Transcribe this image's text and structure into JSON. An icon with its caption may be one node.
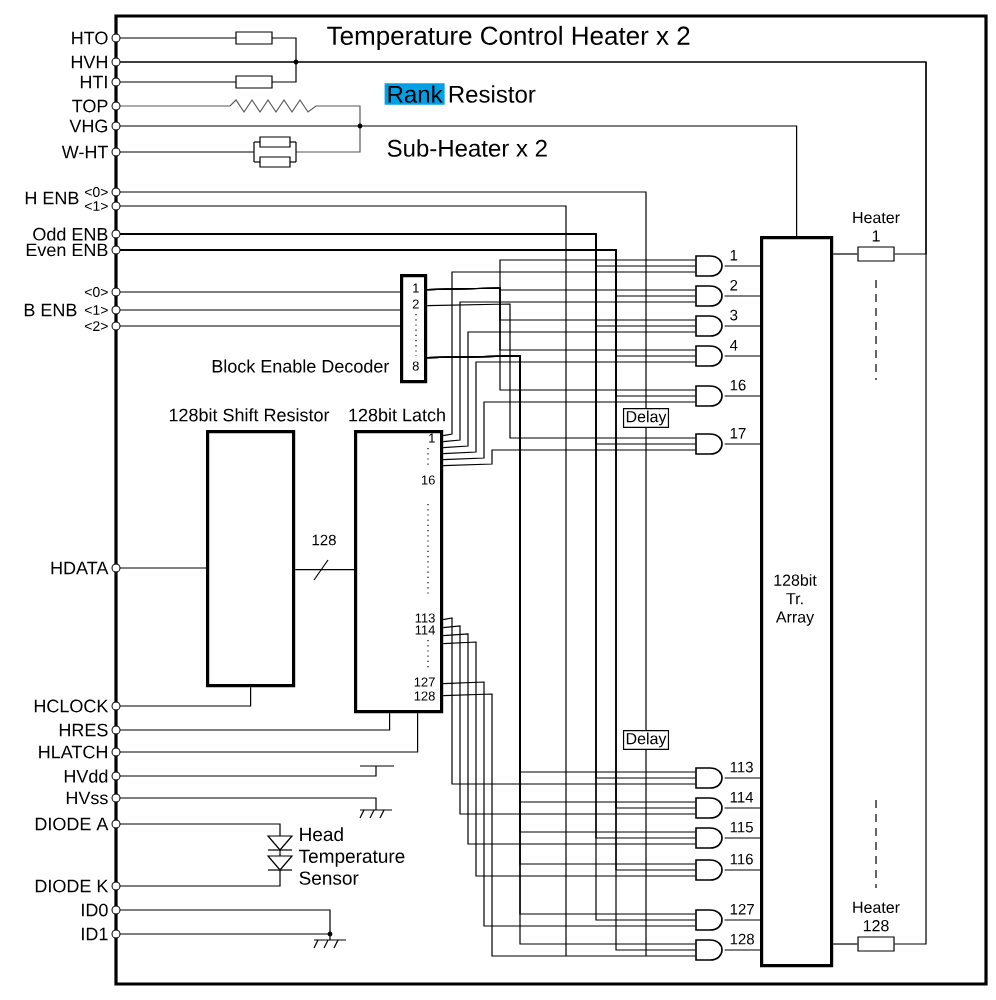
{
  "diagram": {
    "nodes": [
      {
        "text": [
          "HTO"
        ]
      },
      {
        "text": [
          "HVH"
        ]
      },
      {
        "text": [
          "HTI"
        ]
      },
      {
        "text": [
          "TOP"
        ]
      },
      {
        "text": [
          "VHG"
        ]
      },
      {
        "text": [
          "W-HT"
        ]
      },
      {
        "text": [
          "<0>"
        ]
      },
      {
        "text": [
          "<1>"
        ]
      },
      {
        "text": [
          "Odd ENB"
        ]
      },
      {
        "text": [
          "Even ENB"
        ]
      },
      {
        "text": [
          "<0>"
        ]
      },
      {
        "text": [
          "<1>"
        ]
      },
      {
        "text": [
          "<2>"
        ]
      },
      {
        "text": [
          "HDATA"
        ]
      },
      {
        "text": [
          "HCLOCK"
        ]
      },
      {
        "text": [
          "HRES"
        ]
      },
      {
        "text": [
          "HLATCH"
        ]
      },
      {
        "text": [
          "HVdd"
        ]
      },
      {
        "text": [
          "HVss"
        ]
      },
      {
        "text": [
          "DIODE A"
        ]
      },
      {
        "text": [
          "DIODE K"
        ]
      },
      {
        "text": [
          "ID0"
        ]
      },
      {
        "text": [
          "ID1"
        ]
      },
      {
        "text": [
          "1",
          "2",
          "8"
        ]
      },
      {
        "text": [],
        "shape": "box",
        "beside": [
          "128bit Shift Resistor"
        ]
      },
      {
        "text": [
          "1",
          "16",
          "113",
          "114",
          "127",
          "128"
        ],
        "beside": [
          "128bit Latch"
        ]
      },
      {
        "text": [
          "Delay"
        ]
      },
      {
        "text": [
          "Delay"
        ]
      },
      {
        "text": [],
        "shape": "gate",
        "beside": [
          "1"
        ]
      },
      {
        "text": [],
        "shape": "gate",
        "beside": [
          "2"
        ]
      },
      {
        "text": [],
        "shape": "gate",
        "beside": [
          "3"
        ]
      },
      {
        "text": [],
        "shape": "gate",
        "beside": [
          "4"
        ]
      },
      {
        "text": [],
        "shape": "gate",
        "beside": [
          "16"
        ]
      },
      {
        "text": [],
        "shape": "gate",
        "beside": [
          "17"
        ]
      },
      {
        "text": [],
        "shape": "gate",
        "beside": [
          "113"
        ]
      },
      {
        "text": [],
        "shape": "gate",
        "beside": [
          "114"
        ]
      },
      {
        "text": [],
        "shape": "gate",
        "beside": [
          "115"
        ]
      },
      {
        "text": [],
        "shape": "gate",
        "beside": [
          "116"
        ]
      },
      {
        "text": [],
        "shape": "gate",
        "beside": [
          "127"
        ]
      },
      {
        "text": [],
        "shape": "gate",
        "beside": [
          "128"
        ]
      },
      {
        "text": [
          "128bit Tr. Array"
        ]
      },
      {
        "text": [
          "Heater 1"
        ]
      },
      {
        "text": [
          "Heater 128"
        ]
      }
    ],
    "edges": [
      {
        "from": 10,
        "to": 23,
        "arrow": "none"
      },
      {
        "from": 11,
        "to": 23,
        "arrow": "none"
      },
      {
        "from": 12,
        "to": 23,
        "arrow": "none"
      },
      {
        "from": 13,
        "to": 24,
        "arrow": "none"
      },
      {
        "from": 14,
        "to": 24,
        "arrow": "none"
      },
      {
        "from": 24,
        "to": 25,
        "arrow": "none",
        "label": "128"
      },
      {
        "from": 15,
        "to": 25,
        "arrow": "none"
      },
      {
        "from": 16,
        "to": 25,
        "arrow": "none"
      },
      {
        "from": 25,
        "to": 28,
        "arrow": "none"
      },
      {
        "from": 25,
        "to": 29,
        "arrow": "none"
      },
      {
        "from": 25,
        "to": 30,
        "arrow": "none"
      },
      {
        "from": 25,
        "to": 31,
        "arrow": "none"
      },
      {
        "from": 25,
        "to": 32,
        "arrow": "none"
      },
      {
        "from": 25,
        "to": 33,
        "arrow": "none"
      },
      {
        "from": 25,
        "to": 34,
        "arrow": "none"
      },
      {
        "from": 25,
        "to": 35,
        "arrow": "none"
      },
      {
        "from": 25,
        "to": 36,
        "arrow": "none"
      },
      {
        "from": 25,
        "to": 37,
        "arrow": "none"
      },
      {
        "from": 25,
        "to": 38,
        "arrow": "none"
      },
      {
        "from": 25,
        "to": 39,
        "arrow": "none"
      },
      {
        "from": 23,
        "to": 28,
        "arrow": "none"
      },
      {
        "from": 23,
        "to": 29,
        "arrow": "none"
      },
      {
        "from": 23,
        "to": 30,
        "arrow": "none"
      },
      {
        "from": 23,
        "to": 31,
        "arrow": "none"
      },
      {
        "from": 23,
        "to": 32,
        "arrow": "none"
      },
      {
        "from": 23,
        "to": 33,
        "arrow": "none"
      },
      {
        "from": 23,
        "to": 34,
        "arrow": "none"
      },
      {
        "from": 23,
        "to": 35,
        "arrow": "none"
      },
      {
        "from": 23,
        "to": 36,
        "arrow": "none"
      },
      {
        "from": 23,
        "to": 37,
        "arrow": "none"
      },
      {
        "from": 23,
        "to": 38,
        "arrow": "none"
      },
      {
        "from": 23,
        "to": 39,
        "arrow": "none"
      },
      {
        "from": 28,
        "to": 40,
        "arrow": "none"
      },
      {
        "from": 29,
        "to": 40,
        "arrow": "none"
      },
      {
        "from": 30,
        "to": 40,
        "arrow": "none"
      },
      {
        "from": 31,
        "to": 40,
        "arrow": "none"
      },
      {
        "from": 32,
        "to": 40,
        "arrow": "none"
      },
      {
        "from": 33,
        "to": 40,
        "arrow": "none"
      },
      {
        "from": 34,
        "to": 40,
        "arrow": "none"
      },
      {
        "from": 35,
        "to": 40,
        "arrow": "none"
      },
      {
        "from": 36,
        "to": 40,
        "arrow": "none"
      },
      {
        "from": 37,
        "to": 40,
        "arrow": "none"
      },
      {
        "from": 38,
        "to": 40,
        "arrow": "none"
      },
      {
        "from": 39,
        "to": 40,
        "arrow": "none"
      },
      {
        "from": 40,
        "to": 41,
        "arrow": "none"
      },
      {
        "from": 40,
        "to": 42,
        "arrow": "none"
      },
      {
        "from": 1,
        "to": 41,
        "arrow": "none"
      },
      {
        "from": 1,
        "to": 42,
        "arrow": "none"
      },
      {
        "from": 4,
        "to": 40,
        "arrow": "none"
      },
      {
        "from": 6,
        "to": 26,
        "arrow": "none"
      },
      {
        "from": 26,
        "to": 27,
        "arrow": "none"
      },
      {
        "from": 27,
        "to": null,
        "arrow": "none"
      },
      {
        "from": 7,
        "to": null,
        "arrow": "none"
      },
      {
        "from": 8,
        "to": 28,
        "arrow": "none"
      },
      {
        "from": 8,
        "to": 30,
        "arrow": "none"
      },
      {
        "from": 8,
        "to": 33,
        "arrow": "none"
      },
      {
        "from": 8,
        "to": 34,
        "arrow": "none"
      },
      {
        "from": 8,
        "to": 36,
        "arrow": "none"
      },
      {
        "from": 8,
        "to": 38,
        "arrow": "none"
      },
      {
        "from": 9,
        "to": 29,
        "arrow": "none"
      },
      {
        "from": 9,
        "to": 31,
        "arrow": "none"
      },
      {
        "from": 9,
        "to": 32,
        "arrow": "none"
      },
      {
        "from": 9,
        "to": 35,
        "arrow": "none"
      },
      {
        "from": 9,
        "to": 37,
        "arrow": "none"
      },
      {
        "from": 9,
        "to": 39,
        "arrow": "none"
      },
      {
        "from": 21,
        "to": 22,
        "arrow": "none"
      }
    ],
    "labels": [
      "Temperature Control Heater x 2",
      "Rank",
      "Resistor",
      "Sub-Heater x 2",
      "H ENB",
      "B ENB",
      "Head Temperature Sensor",
      "Block Enable Decoder"
    ]
  }
}
